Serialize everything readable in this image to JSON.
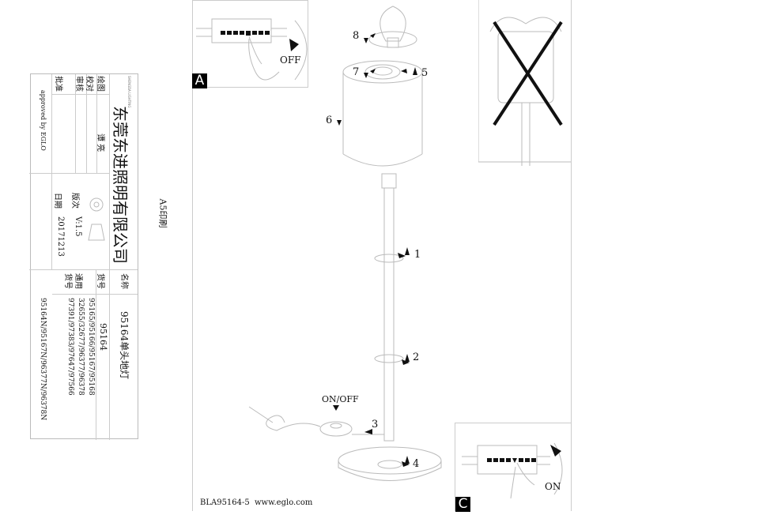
{
  "title_block": {
    "company": "东莞东进照明有限公司",
    "logo_text": "SHENGDA LIGHTING",
    "rows": [
      {
        "label": "绘图",
        "value": "谭 亮"
      },
      {
        "label": "校对",
        "value": ""
      },
      {
        "label": "审核",
        "value": ""
      },
      {
        "label": "批准",
        "value": ""
      }
    ],
    "approved": "approved by EGLO",
    "version_label": "版次",
    "version": "V:1.5",
    "date_label": "日期",
    "date": "20171213",
    "name_label": "名称",
    "name": "95164单头地灯",
    "item_label": "货号",
    "item": "95164",
    "common_label_1": "通用",
    "common_label_2": "货号",
    "common_items": [
      "95165/95166/95167/95168",
      "32655/32677/96377/96378",
      "97391/97383/97647/97566"
    ],
    "extra_items": "95164N/95167N/96377N/96378N"
  },
  "print_note": "A5印刷",
  "panel_a": {
    "label": "A",
    "state": "OFF"
  },
  "panel_c": {
    "label": "C",
    "state": "ON"
  },
  "steps": [
    "1",
    "2",
    "3",
    "4",
    "5",
    "6",
    "7",
    "8"
  ],
  "switch_label": "ON/OFF",
  "footer": {
    "code": "BLA95164-5",
    "url": "www.eglo.com"
  }
}
